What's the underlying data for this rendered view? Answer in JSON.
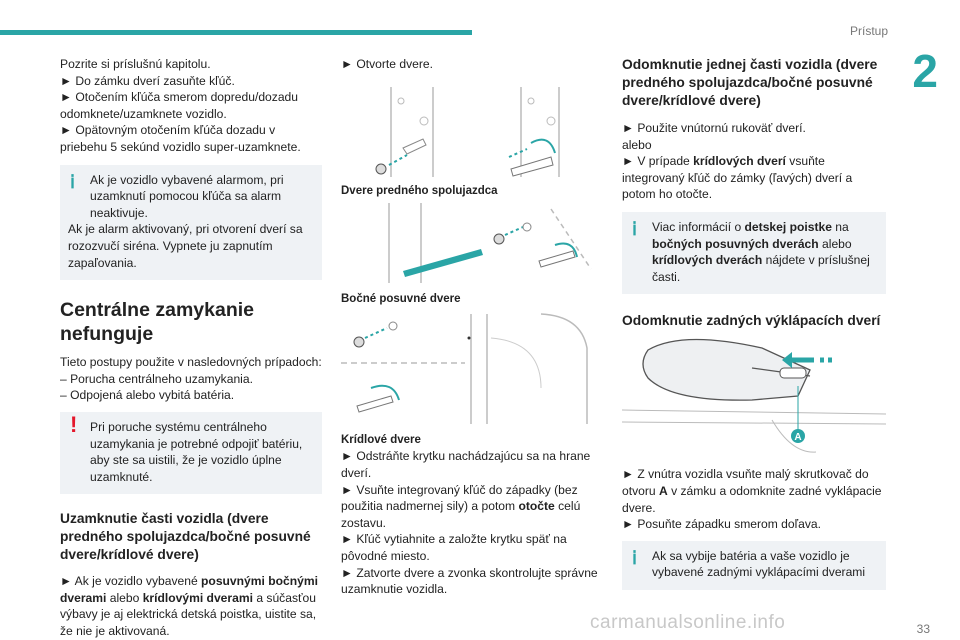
{
  "header": {
    "section": "Prístup",
    "chapter_number": "2",
    "page_number": "33"
  },
  "col1": {
    "intro": "Pozrite si príslušnú kapitolu.",
    "steps": [
      "► Do zámku dverí zasuňte kľúč.",
      "► Otočením kľúča smerom dopredu/dozadu odomknete/uzamknete vozidlo.",
      "► Opätovným otočením kľúča dozadu v priebehu 5 sekúnd vozidlo super-uzamknete."
    ],
    "info_alarm": {
      "line1": "Ak je vozidlo vybavené alarmom, pri uzamknutí pomocou kľúča sa alarm neaktivuje.",
      "line2": "Ak je alarm aktivovaný, pri otvorení dverí sa rozozvučí siréna. Vypnete ju zapnutím zapaľovania."
    },
    "section_title": "Centrálne zamykanie nefunguje",
    "section_intro": "Tieto postupy použite v nasledovných prípadoch:",
    "cases": [
      "– Porucha centrálneho uzamykania.",
      "– Odpojená alebo vybitá batéria."
    ],
    "warning": "Pri poruche systému centrálneho uzamykania je potrebné odpojiť batériu, aby ste sa uistili, že je vozidlo úplne uzamknuté.",
    "sub_title": "Uzamknutie časti vozidla (dvere predného spolujazdca/bočné posuvné dvere/krídlové dvere)",
    "sub_p": {
      "a": "► Ak je vozidlo vybavené ",
      "b": "posuvnými bočnými dverami",
      "c": " alebo ",
      "d": "krídlovými dverami",
      "e": " a súčasťou výbavy je aj elektrická detská poistka, uistite sa, že nie je aktivovaná."
    }
  },
  "col2": {
    "step_open": "► Otvorte dvere.",
    "cap1": "Dvere predného spolujazdca",
    "cap2": "Bočné posuvné dvere",
    "cap3": "Krídlové dvere",
    "steps": [
      "► Odstráňte krytku nachádzajúcu sa na hrane dverí.",
      "► Kľúč vytiahnite a založte krytku späť na pôvodné miesto.",
      "► Zatvorte dvere a zvonka skontrolujte správne uzamknutie vozidla."
    ],
    "step2": {
      "a": "► Vsuňte integrovaný kľúč do západky (bez použitia nadmernej sily) a potom ",
      "b": "otočte",
      "c": " celú zostavu."
    }
  },
  "col3": {
    "title1": "Odomknutie jednej časti vozidla (dvere predného spolujazdca/bočné posuvné dvere/krídlové dvere)",
    "p1": "► Použite vnútornú rukoväť dverí.",
    "p2": "alebo",
    "p3": {
      "a": "► V prípade ",
      "b": "krídlových dverí",
      "c": " vsuňte integrovaný kľúč do zámky (ľavých) dverí a potom ho otočte."
    },
    "info": {
      "a": "Viac informácií o ",
      "b": "detskej poistke",
      "c": " na ",
      "d": "bočných posuvných dverách",
      "e": " alebo ",
      "f": "krídlových dverách",
      "g": " nájdete v príslušnej časti."
    },
    "title2": "Odomknutie zadných výklápacích dverí",
    "fig_label": "A",
    "p4": {
      "a": "► Z vnútra vozidla vsuňte malý skrutkovač do otvoru ",
      "b": "A",
      "c": " v zámku a odomknite zadné vyklápacie dvere."
    },
    "p5": "► Posuňte západku smerom doľava.",
    "info2": "Ak sa vybije batéria a vaše vozidlo je vybavené zadnými vyklápacími dverami"
  },
  "watermark": "carmanualsonline.info",
  "colors": {
    "accent": "#2aa5a6",
    "warning": "#e4172b",
    "box_bg": "#eff2f5"
  }
}
